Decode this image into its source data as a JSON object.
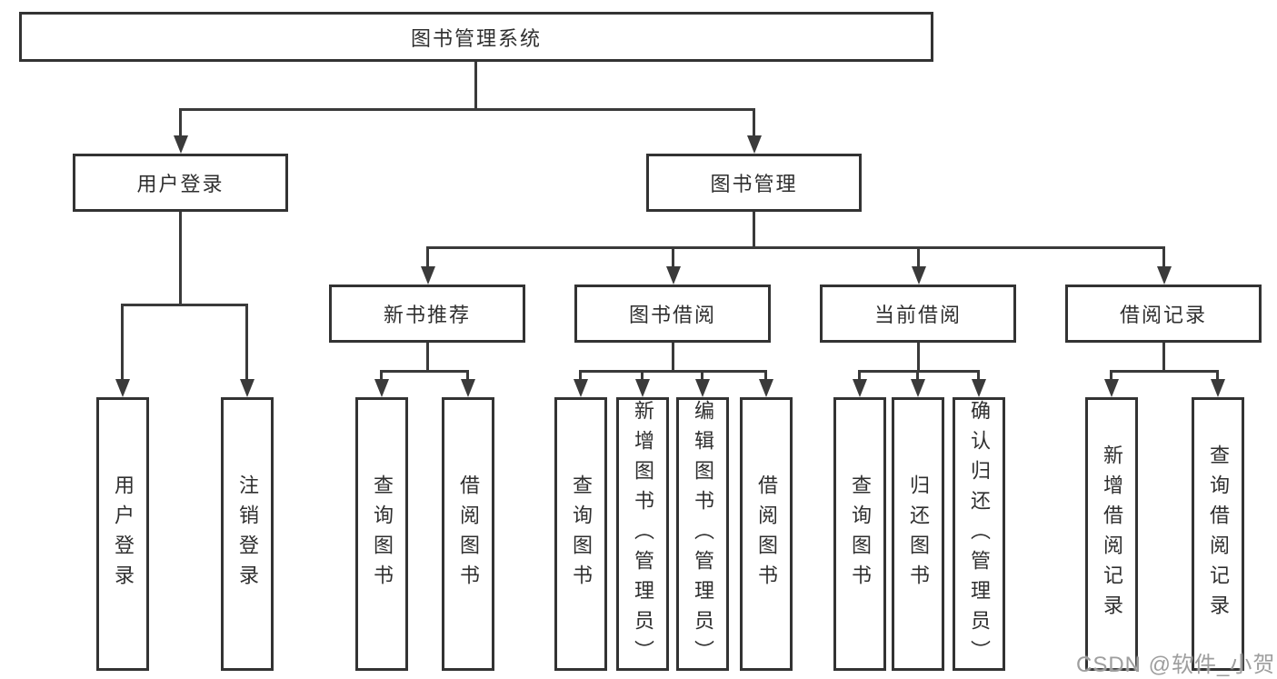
{
  "diagram": {
    "root": {
      "label": "图书管理系统"
    },
    "level2": [
      {
        "label": "用户登录"
      },
      {
        "label": "图书管理"
      }
    ],
    "level3": [
      {
        "label": "新书推荐"
      },
      {
        "label": "图书借阅"
      },
      {
        "label": "当前借阅"
      },
      {
        "label": "借阅记录"
      }
    ],
    "leaves": {
      "user_login": [
        "用户登录",
        "注销登录"
      ],
      "new_book_recommend": [
        "查询图书",
        "借阅图书"
      ],
      "book_borrowing": [
        "查询图书",
        "新增图书（管理员）",
        "编辑图书（管理员）",
        "借阅图书"
      ],
      "current_borrowing": [
        "查询图书",
        "归还图书",
        "确认归还（管理员）"
      ],
      "borrowing_records": [
        "新增借阅记录",
        "查询借阅记录"
      ]
    }
  },
  "watermark": {
    "text": "CSDN @软件_小贺同学"
  },
  "colors": {
    "line": "#3a3a3a",
    "box_border": "#333333",
    "text": "#2f2f2f",
    "watermark": "#9e9e9e",
    "background": "#ffffff"
  }
}
